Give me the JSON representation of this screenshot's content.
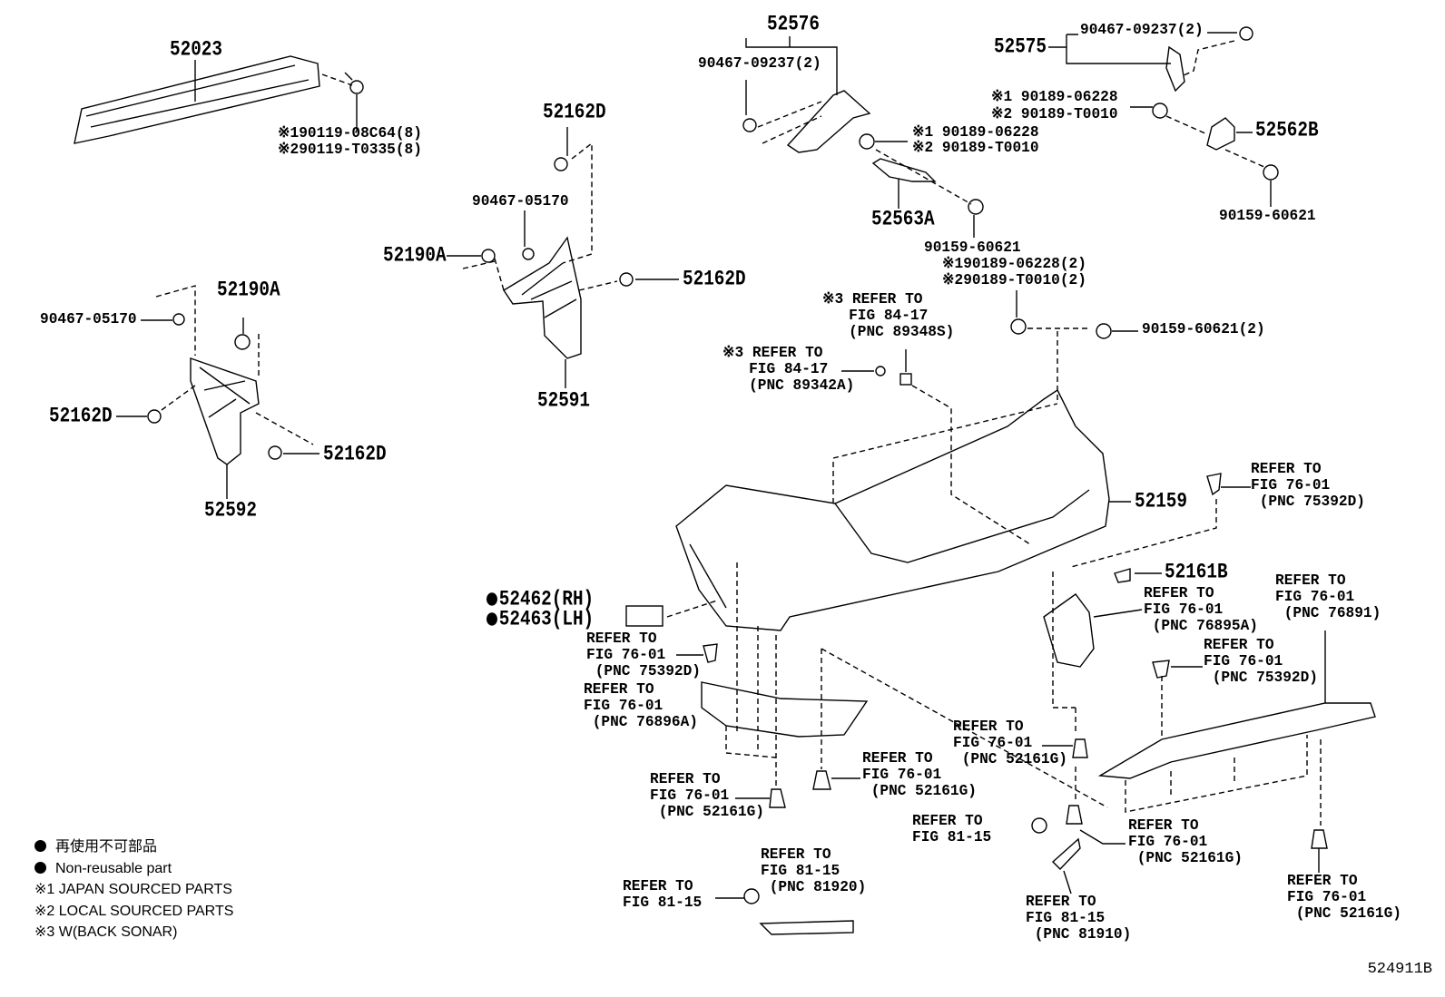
{
  "parts": {
    "p52023": "52023",
    "p52023_b1": "※190119-08C64(8)",
    "p52023_b2": "※290119-T0335(8)",
    "p52162D_a": "52162D",
    "p90467_05170_a": "90467-05170",
    "p52190A_a": "52190A",
    "p52162D_b": "52162D",
    "p52591": "52591",
    "p52190A_b": "52190A",
    "p90467_05170_b": "90467-05170",
    "p52162D_c": "52162D",
    "p52162D_d": "52162D",
    "p52592": "52592",
    "p52576": "52576",
    "p90467_09237_a": "90467-09237(2)",
    "p52575": "52575",
    "p90467_09237_b": "90467-09237(2)",
    "p90189_a1": "※1 90189-06228",
    "p90189_a2": "※2 90189-T0010",
    "p52562B": "52562B",
    "p90159_a": "90159-60621",
    "p90189_b1": "※1 90189-06228",
    "p90189_b2": "※2 90189-T0010",
    "p52563A": "52563A",
    "p90159_b": "90159-60621",
    "p90189_c1": "※190189-06228(2)",
    "p90189_c2": "※290189-T0010(2)",
    "p90159_c": "90159-60621(2)",
    "p52159": "52159",
    "p52161B": "52161B",
    "p52462": "52462(RH)",
    "p52463": "52463(LH)"
  },
  "callouts": [
    {
      "lines": [
        "※3 REFER TO",
        "   FIG 84-17",
        "   (PNC 89348S)"
      ]
    },
    {
      "lines": [
        "※3 REFER TO",
        "   FIG 84-17",
        "   (PNC 89342A)"
      ]
    },
    {
      "lines": [
        "REFER TO",
        "FIG 76-01",
        " (PNC 75392D)"
      ]
    },
    {
      "lines": [
        "REFER TO",
        "FIG 76-01",
        " (PNC 76895A)"
      ]
    },
    {
      "lines": [
        "REFER TO",
        "FIG 76-01",
        " (PNC 76891)"
      ]
    },
    {
      "lines": [
        "REFER TO",
        "FIG 76-01",
        " (PNC 75392D)"
      ]
    },
    {
      "lines": [
        "REFER TO",
        "FIG 76-01",
        " (PNC 75392D)"
      ]
    },
    {
      "lines": [
        "REFER TO",
        "FIG 76-01",
        " (PNC 76896A)"
      ]
    },
    {
      "lines": [
        "REFER TO",
        "FIG 76-01",
        " (PNC 52161G)"
      ]
    },
    {
      "lines": [
        "REFER TO",
        "FIG 76-01",
        " (PNC 52161G)"
      ]
    },
    {
      "lines": [
        "REFER TO",
        "FIG 76-01",
        " (PNC 52161G)"
      ]
    },
    {
      "lines": [
        "REFER TO",
        "FIG 81-15"
      ]
    },
    {
      "lines": [
        "REFER TO",
        "FIG 76-01",
        " (PNC 52161G)"
      ]
    },
    {
      "lines": [
        "REFER TO",
        "FIG 81-15",
        " (PNC 81920)"
      ]
    },
    {
      "lines": [
        "REFER TO",
        "FIG 81-15"
      ]
    },
    {
      "lines": [
        "REFER TO",
        "FIG 81-15",
        " (PNC 81910)"
      ]
    },
    {
      "lines": [
        "REFER TO",
        "FIG 76-01",
        " (PNC 52161G)"
      ]
    }
  ],
  "legend": {
    "jp": "再使用不可部品",
    "en": "Non-reusable part",
    "n1": "※1 JAPAN SOURCED PARTS",
    "n2": "※2 LOCAL SOURCED PARTS",
    "n3": "※3 W(BACK SONAR)"
  },
  "figure_id": "524911B"
}
